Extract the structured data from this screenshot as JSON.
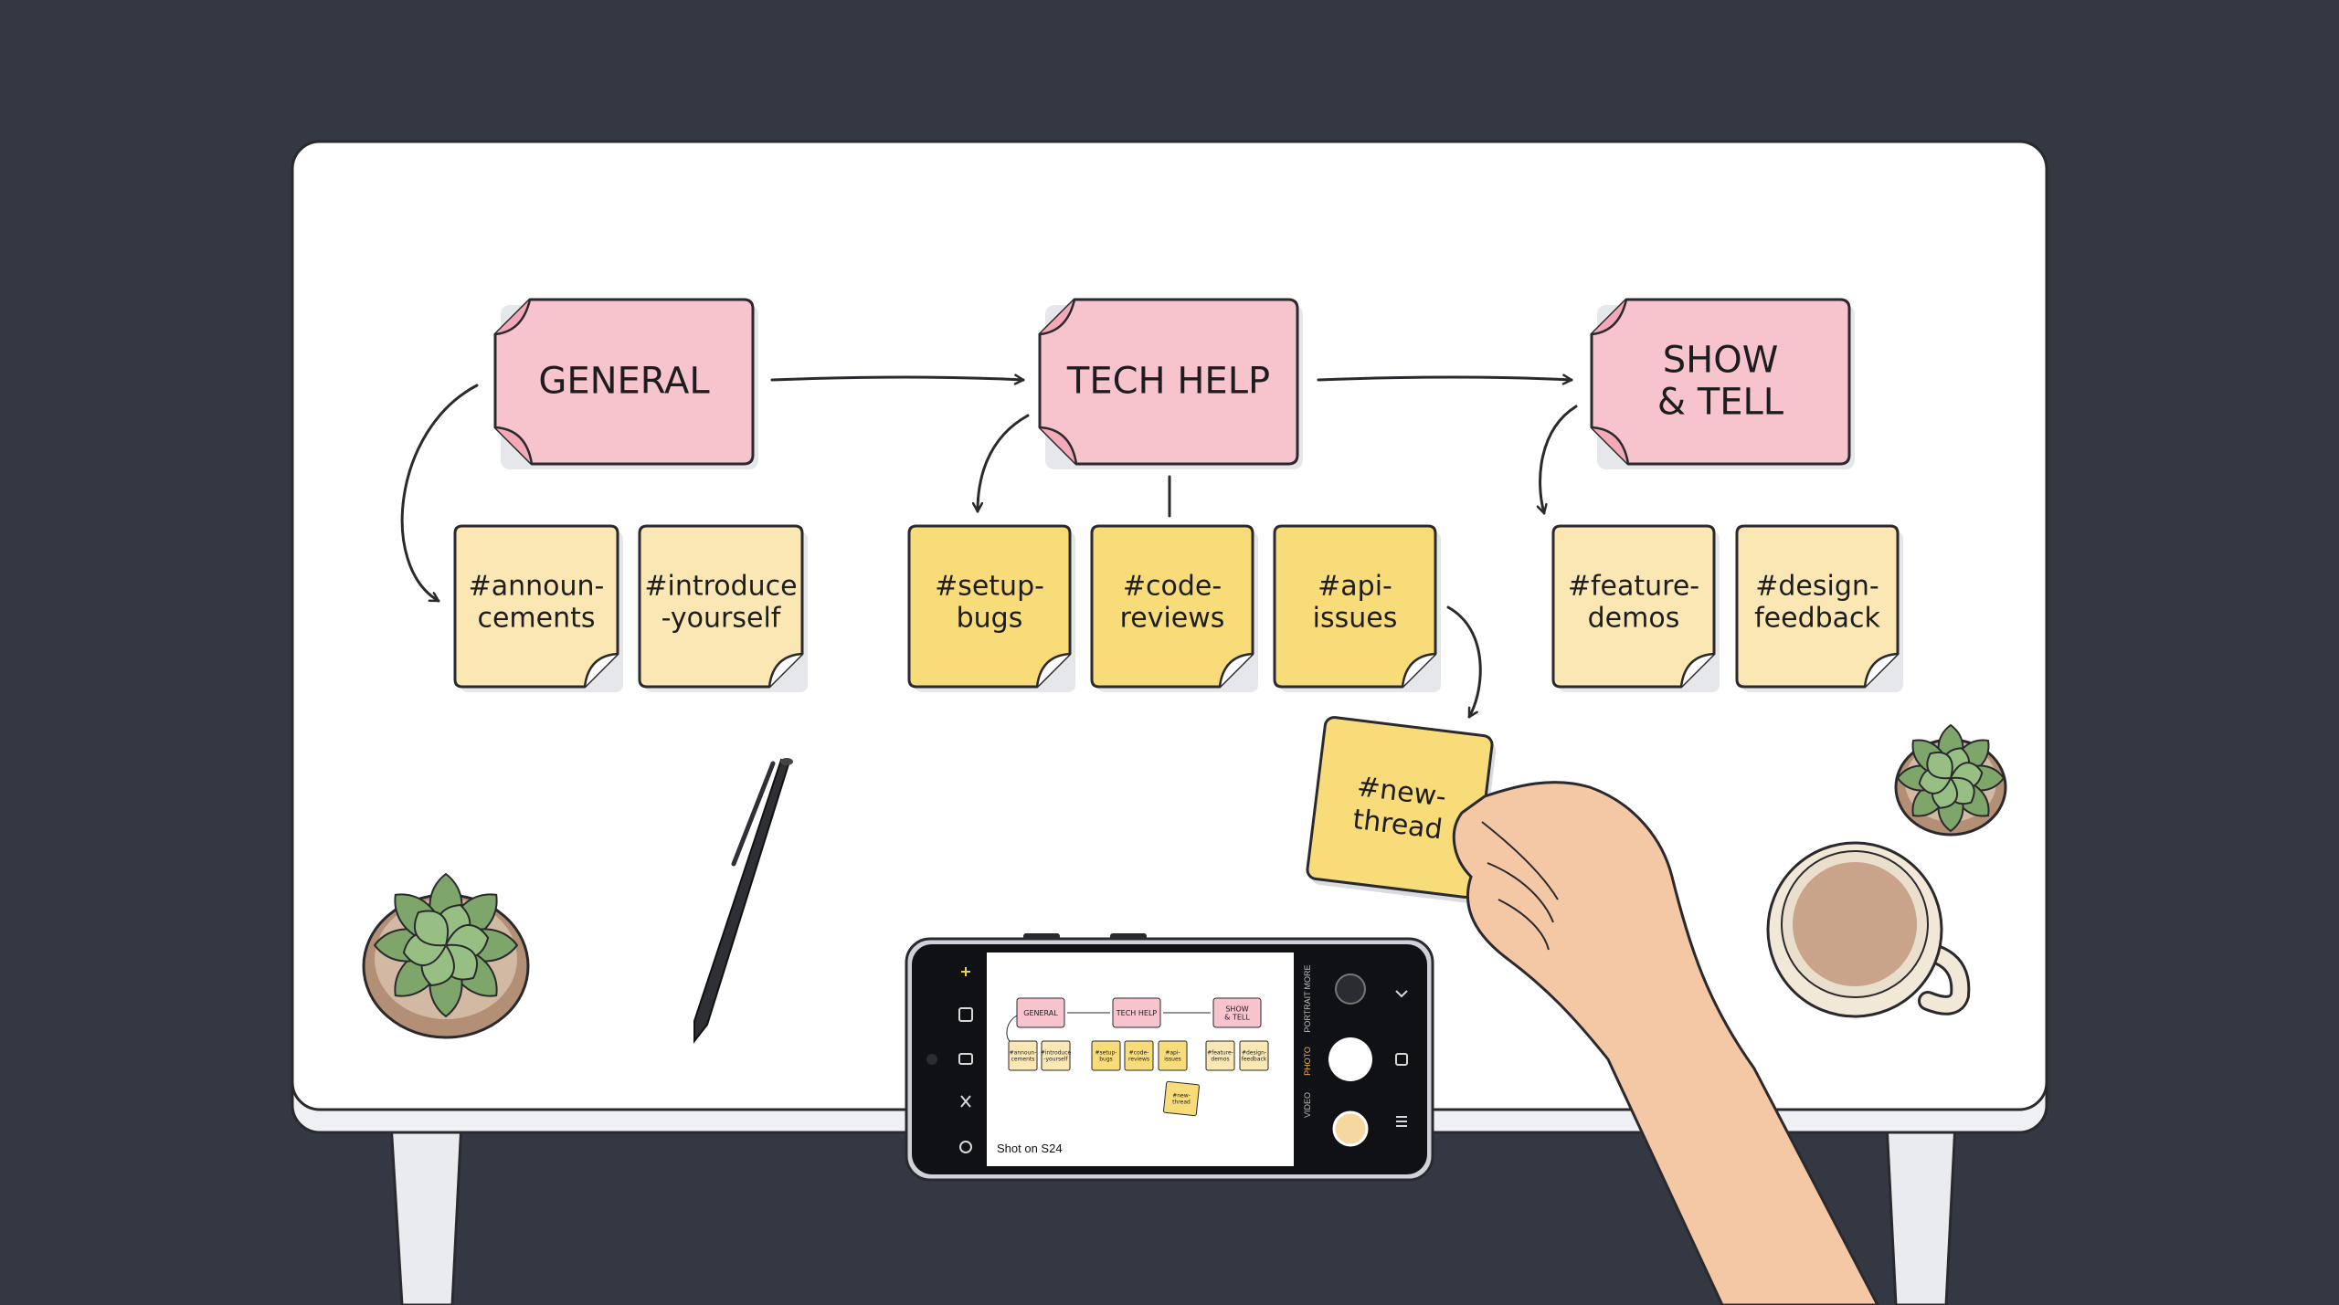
{
  "categories": [
    {
      "id": "general",
      "lines": [
        "GENERAL"
      ],
      "color": "#f7c3cd"
    },
    {
      "id": "tech-help",
      "lines": [
        "TECH HELP"
      ],
      "color": "#f7c3cd"
    },
    {
      "id": "show-tell",
      "lines": [
        "SHOW",
        "& TELL"
      ],
      "color": "#f7c3cd"
    }
  ],
  "channels": [
    {
      "id": "announcements",
      "lines": [
        "#announ-",
        "cements"
      ],
      "color": "#fbe7b3"
    },
    {
      "id": "introduce",
      "lines": [
        "#introduce",
        "-yourself"
      ],
      "color": "#fbe7b3"
    },
    {
      "id": "setup-bugs",
      "lines": [
        "#setup-",
        "bugs"
      ],
      "color": "#f8dc7a"
    },
    {
      "id": "code-reviews",
      "lines": [
        "#code-",
        "reviews"
      ],
      "color": "#f8dc7a"
    },
    {
      "id": "api-issues",
      "lines": [
        "#api-",
        "issues"
      ],
      "color": "#f8dc7a"
    },
    {
      "id": "feature-demos",
      "lines": [
        "#feature-",
        "demos"
      ],
      "color": "#fbe7b3"
    },
    {
      "id": "design-feedback",
      "lines": [
        "#design-",
        "feedback"
      ],
      "color": "#fbe7b3"
    }
  ],
  "new_note": {
    "lines": [
      "#new-",
      "thread"
    ],
    "color": "#f8dc7a"
  },
  "phone": {
    "watermark": "Shot on S24",
    "modes": [
      "VIDEO",
      "PHOTO",
      "PORTRAIT",
      "MORE"
    ],
    "mini_categories": [
      [
        "GENERAL"
      ],
      [
        "TECH HELP"
      ],
      [
        "SHOW",
        "& TELL"
      ]
    ],
    "mini_channels": [
      [
        "#announ-",
        "cements"
      ],
      [
        "#introduce",
        "-yourself"
      ],
      [
        "#setup-",
        "bugs"
      ],
      [
        "#code-",
        "reviews"
      ],
      [
        "#api-",
        "issues"
      ],
      [
        "#feature-",
        "demos"
      ],
      [
        "#design-",
        "feedback"
      ]
    ],
    "mini_new": [
      "#new-",
      "thread"
    ]
  },
  "colors": {
    "background": "#343842",
    "desk": "#ffffff",
    "pink_note": "#f7c3cd",
    "yellow_note": "#f8dc7a",
    "cream_note": "#fbe7b3",
    "outline": "#2a2a2e"
  }
}
